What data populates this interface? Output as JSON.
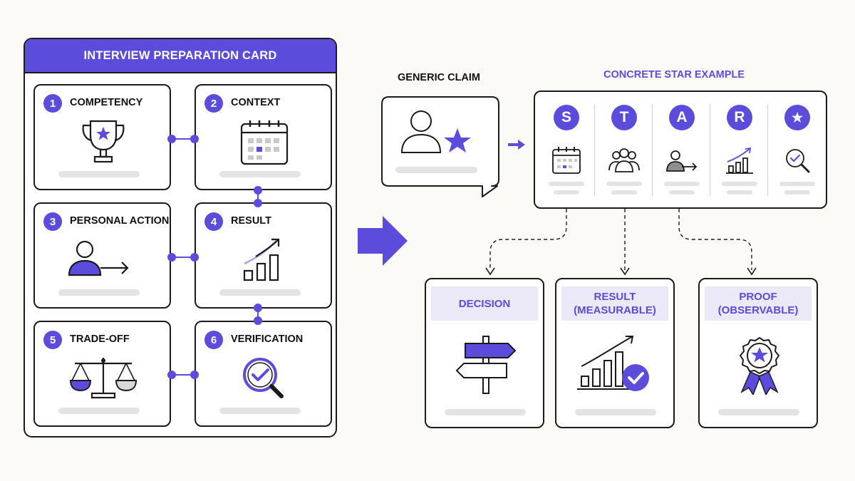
{
  "colors": {
    "accent": "#5b4cdb",
    "accent_light": "#ebe8f8",
    "ink": "#1b1b1b",
    "placeholder": "#e4e4e4"
  },
  "prep_card": {
    "title": "INTERVIEW PREPARATION CARD",
    "steps": [
      {
        "number": "1",
        "title": "COMPETENCY",
        "icon": "trophy-icon"
      },
      {
        "number": "2",
        "title": "CONTEXT",
        "icon": "calendar-icon"
      },
      {
        "number": "3",
        "title": "PERSONAL ACTION",
        "icon": "person-arrow-icon"
      },
      {
        "number": "4",
        "title": "RESULT",
        "icon": "growth-chart-icon"
      },
      {
        "number": "5",
        "title": "TRADE-OFF",
        "icon": "balance-scale-icon"
      },
      {
        "number": "6",
        "title": "VERIFICATION",
        "icon": "magnifier-check-icon"
      }
    ]
  },
  "generic_claim": {
    "label": "GENERIC CLAIM",
    "icon": "person-star-icon"
  },
  "star_example": {
    "label": "CONCRETE STAR EXAMPLE",
    "columns": [
      {
        "letter": "S",
        "icon": "calendar-icon"
      },
      {
        "letter": "T",
        "icon": "team-icon"
      },
      {
        "letter": "A",
        "icon": "person-arrow-icon"
      },
      {
        "letter": "R",
        "icon": "growth-chart-icon"
      },
      {
        "letter": "★",
        "icon": "magnifier-check-icon"
      }
    ]
  },
  "outcomes": [
    {
      "label": "DECISION",
      "icon": "signpost-icon"
    },
    {
      "label": "RESULT\n(MEASURABLE)",
      "icon": "chart-check-icon"
    },
    {
      "label": "PROOF\n(OBSERVABLE)",
      "icon": "award-badge-icon"
    }
  ]
}
